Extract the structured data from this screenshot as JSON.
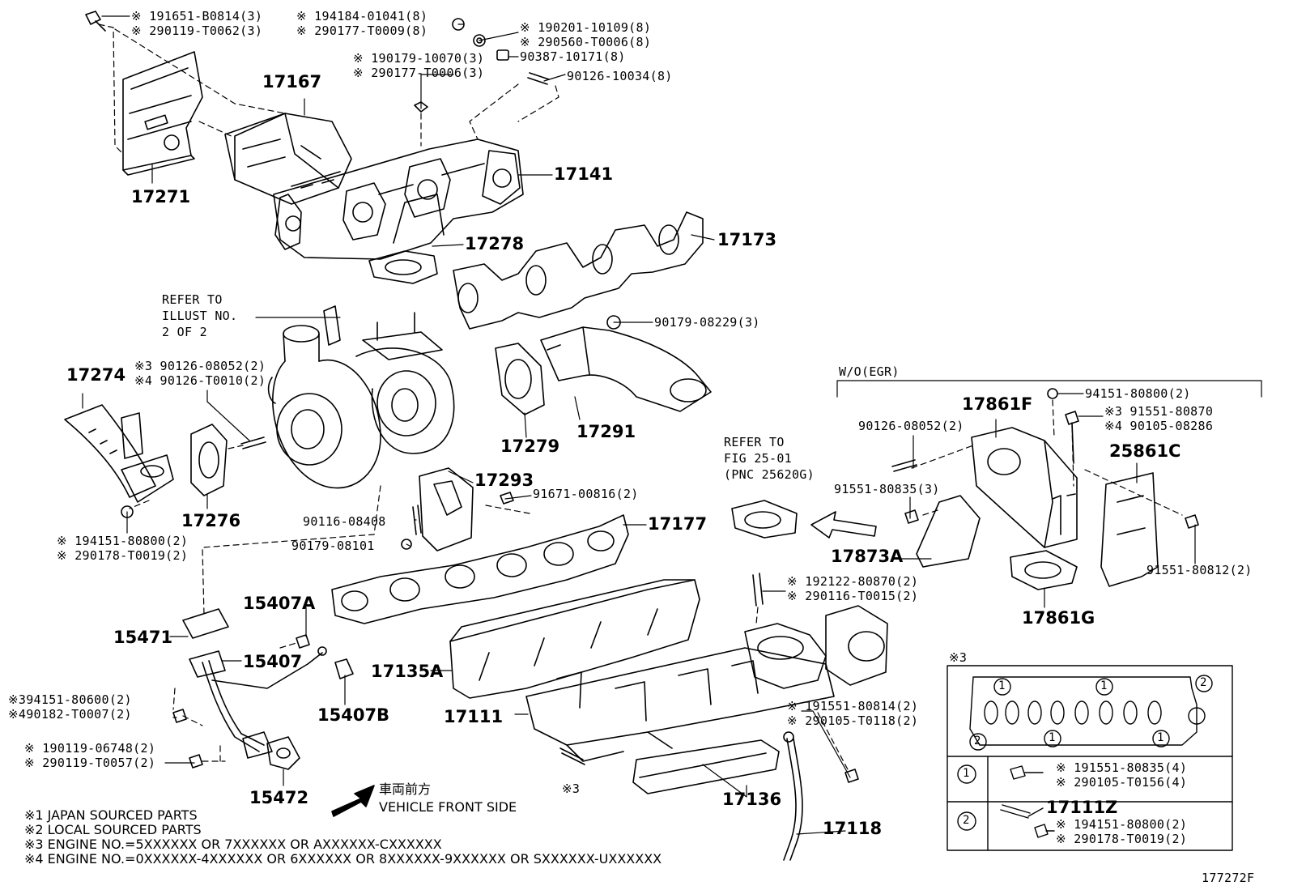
{
  "refs": {
    "bolt_17271_a": "※ 191651-B0814(3)",
    "bolt_17271_b": "※ 290119-T0062(3)",
    "nut_a1": "※ 194184-01041(8)",
    "nut_a2": "※ 290177-T0009(8)",
    "washer_a1": "※ 190201-10109(8)",
    "washer_a2": "※ 290560-T0006(8)",
    "collar": "90387-10171(8)",
    "nut_b1": "※ 190179-10070(3)",
    "nut_b2": "※ 290177-T0006(3)",
    "stud": "90126-10034(8)",
    "nut_pipe": "90179-08229(3)",
    "stud_turbo_a": "※3 90126-08052(2)",
    "stud_turbo_b": "※4 90126-T0010(2)",
    "stud_17293": "90116-08408",
    "nut_17293": "90179-08101",
    "bolt_17293": "91671-00816(2)",
    "nut_17274_a": "※ 194151-80800(2)",
    "nut_17274_b": "※ 290178-T0019(2)",
    "refer_illust": "REFER TO\nILLUST NO.\n2 OF 2",
    "refer_fig": "REFER TO\nFIG 25-01\n(PNC 25620G)",
    "stud_manifold_a": "※ 192122-80870(2)",
    "stud_manifold_b": "※ 290116-T0015(2)",
    "bolt_17118_a": "※ 191551-80814(2)",
    "bolt_17118_b": "※ 290105-T0118(2)",
    "nut_15407_a": "※394151-80600(2)",
    "nut_15407_b": "※490182-T0007(2)",
    "bolt_15472_a": "※ 190119-06748(2)",
    "bolt_15472_b": "※ 290119-T0057(2)",
    "vehicle_front_jp": "車両前方",
    "vehicle_front_en": "VEHICLE FRONT SIDE",
    "woegr": "W/O(EGR)",
    "egr_nut": "94151-80800(2)",
    "egr_bolt_a": "※3 91551-80870",
    "egr_bolt_b": "※4 90105-08286",
    "egr_stud": "90126-08052(2)",
    "egr_bolt_17873": "91551-80835(3)",
    "egr_bolt_25861": "91551-80812(2)",
    "footnote_sym": "※3",
    "legend_sym": "※3",
    "legend_row1_a": "※ 191551-80835(4)",
    "legend_row1_b": "※ 290105-T0156(4)",
    "legend_row2_a": "※ 194151-80800(2)",
    "legend_row2_b": "※ 290178-T0019(2)",
    "circ1": "1",
    "circ2": "2",
    "figure_id": "177272F"
  },
  "parts": {
    "p17271": "17271",
    "p17167": "17167",
    "p17141": "17141",
    "p17278": "17278",
    "p17173": "17173",
    "p17274": "17274",
    "p17276": "17276",
    "p17279": "17279",
    "p17291": "17291",
    "p17293": "17293",
    "p17177": "17177",
    "p15407A": "15407A",
    "p15471": "15471",
    "p15407": "15407",
    "p15407B": "15407B",
    "p15472": "15472",
    "p17135A": "17135A",
    "p17111": "17111",
    "p17136": "17136",
    "p17118": "17118",
    "p17861F": "17861F",
    "p25861C": "25861C",
    "p17873A": "17873A",
    "p17861G": "17861G",
    "p17111Z": "17111Z"
  },
  "notes": {
    "n1": "※1 JAPAN SOURCED PARTS",
    "n2": "※2 LOCAL SOURCED PARTS",
    "n3": "※3 ENGINE NO.=5XXXXXX OR 7XXXXXX OR AXXXXXX-CXXXXXX",
    "n4": "※4 ENGINE NO.=0XXXXXX-4XXXXXX OR 6XXXXXX OR 8XXXXXX-9XXXXXX OR SXXXXXX-UXXXXXX"
  }
}
